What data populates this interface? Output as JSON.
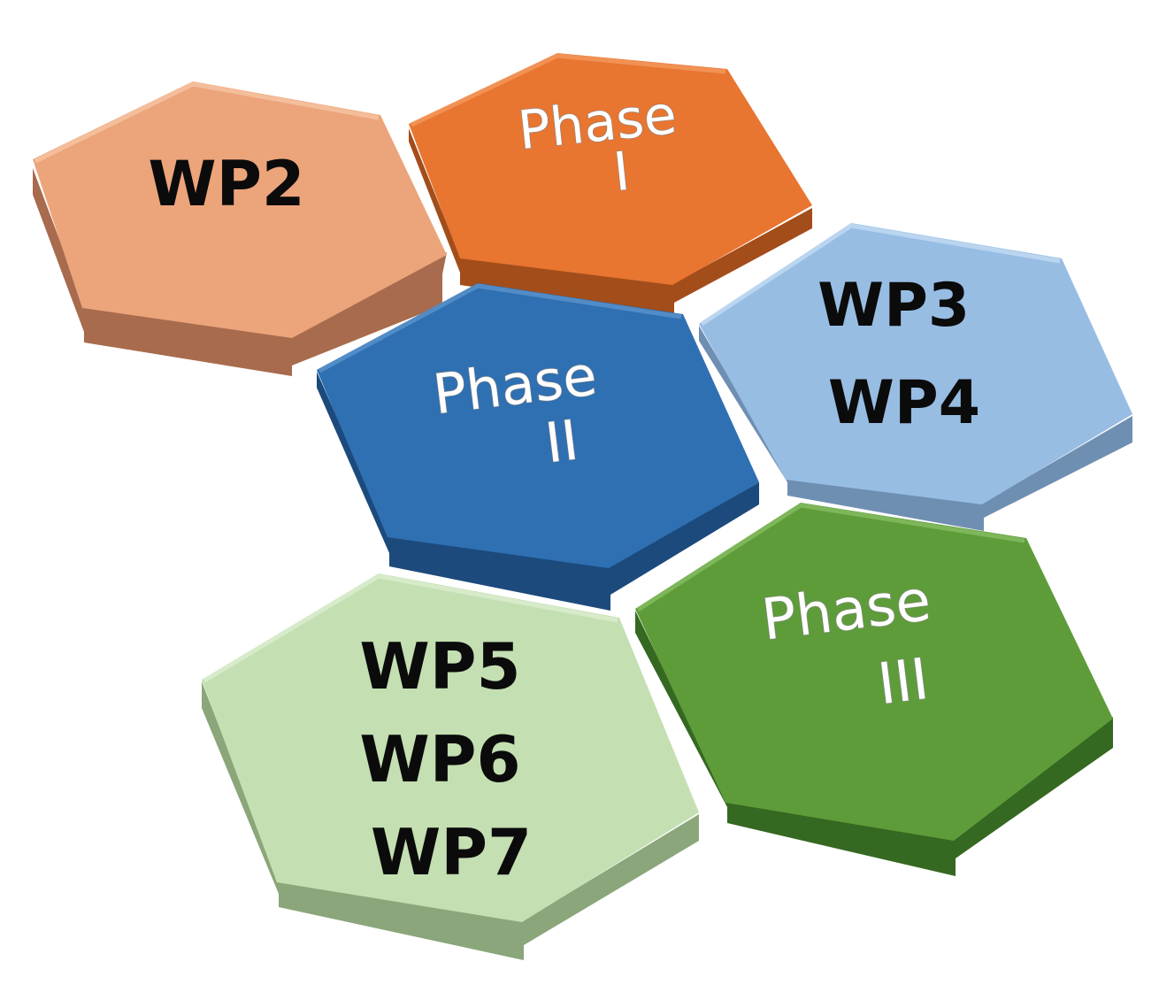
{
  "tiles": [
    {
      "id": "wp2",
      "lines": [
        "WP2"
      ],
      "colors": {
        "top": "#eca47b",
        "edge": "#a86b4d",
        "highlight": "#f6c4a4"
      }
    },
    {
      "id": "phase-1",
      "lines": [
        "Phase",
        "I"
      ],
      "colors": {
        "top": "#e87530",
        "edge": "#a34d1b",
        "highlight": "#f29a5e"
      }
    },
    {
      "id": "wp3-wp4",
      "lines": [
        "WP3",
        "WP4"
      ],
      "colors": {
        "top": "#98bde3",
        "edge": "#6e8fb2",
        "highlight": "#c3dbf2"
      }
    },
    {
      "id": "phase-2",
      "lines": [
        "Phase",
        "II"
      ],
      "colors": {
        "top": "#2e70b2",
        "edge": "#1c4a7c",
        "highlight": "#5b93cc"
      }
    },
    {
      "id": "wp5-wp7",
      "lines": [
        "WP5",
        "WP6",
        "WP7"
      ],
      "colors": {
        "top": "#c4dfb2",
        "edge": "#8aa67a",
        "highlight": "#dcedd0"
      }
    },
    {
      "id": "phase-3",
      "lines": [
        "Phase",
        "III"
      ],
      "colors": {
        "top": "#5e9c3a",
        "edge": "#356821",
        "highlight": "#86bd63"
      }
    }
  ]
}
